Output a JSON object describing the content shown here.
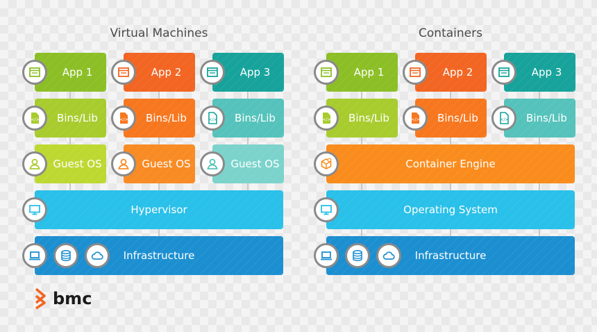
{
  "vm": {
    "title": "Virtual Machines",
    "apps": [
      "App 1",
      "App 2",
      "App 3"
    ],
    "bins": [
      "Bins/Lib",
      "Bins/Lib",
      "Bins/Lib"
    ],
    "guests": [
      "Guest OS",
      "Guest OS",
      "Guest OS"
    ],
    "hypervisor": "Hypervisor",
    "infrastructure": "Infrastructure"
  },
  "containers": {
    "title": "Containers",
    "apps": [
      "App 1",
      "App 2",
      "App 3"
    ],
    "bins": [
      "Bins/Lib",
      "Bins/Lib",
      "Bins/Lib"
    ],
    "engine": "Container Engine",
    "os": "Operating System",
    "infrastructure": "Infrastructure"
  },
  "logo": {
    "text": "bmc"
  },
  "colors": {
    "green": "#8cbf26",
    "orange": "#f26522",
    "teal": "#17a39b",
    "cyan": "#29c0e9",
    "blue": "#1c8fd1",
    "engine": "#fa8c1d",
    "logo": "#f26522"
  }
}
